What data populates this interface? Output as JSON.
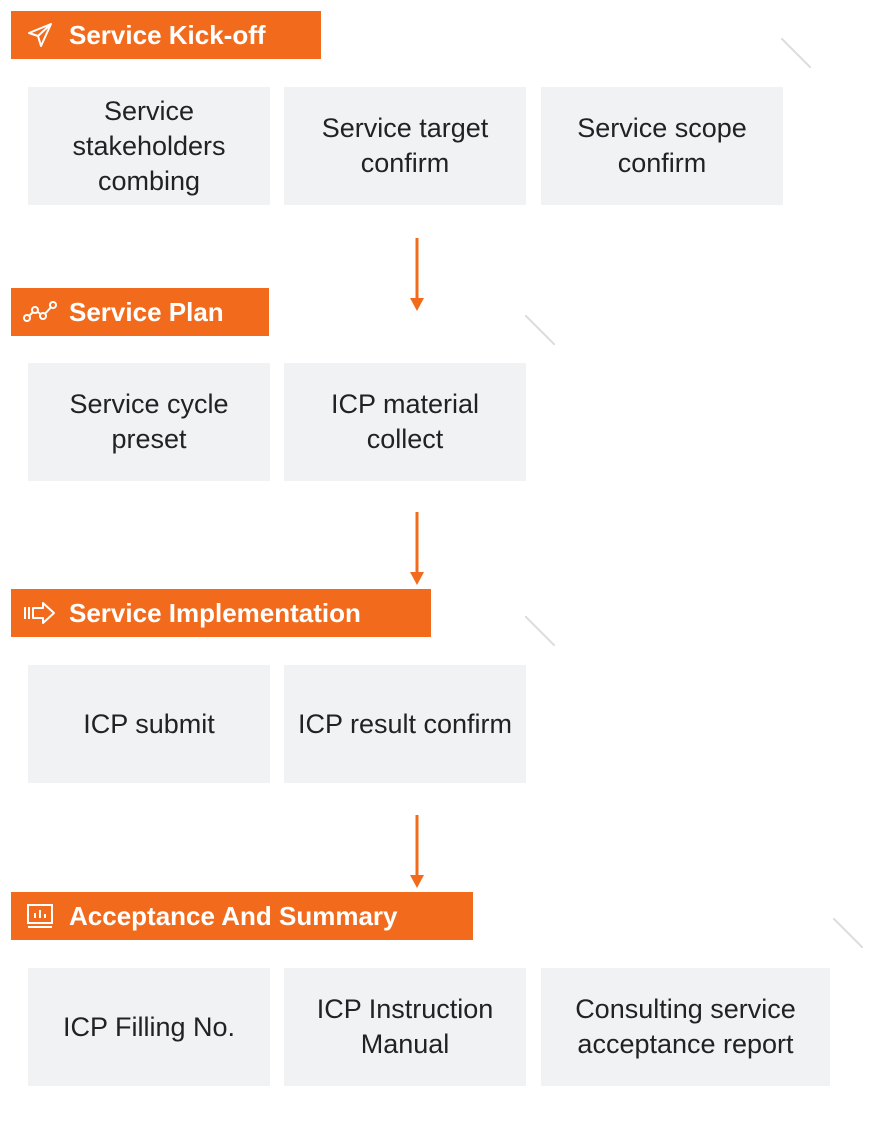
{
  "accent_color": "#f26b1d",
  "sections": [
    {
      "title": "Service Kick-off",
      "icon": "paper-plane-icon",
      "steps": [
        "Service stakeholders combing",
        "Service target confirm",
        "Service scope confirm"
      ]
    },
    {
      "title": "Service Plan",
      "icon": "line-chart-icon",
      "steps": [
        "Service cycle preset",
        "ICP material collect"
      ]
    },
    {
      "title": "Service Implementation",
      "icon": "arrow-right-icon",
      "steps": [
        "ICP submit",
        "ICP result confirm"
      ]
    },
    {
      "title": "Acceptance And Summary",
      "icon": "report-icon",
      "steps": [
        "ICP Filling No.",
        "ICP Instruction Manual",
        "Consulting service acceptance report"
      ]
    }
  ]
}
